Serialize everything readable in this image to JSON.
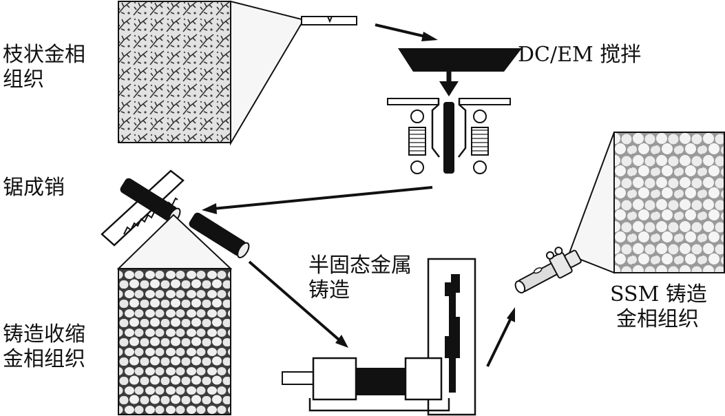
{
  "labels": {
    "dendritic_line1": "枝状金相",
    "dendritic_line2": "组织",
    "stirring": "DC/EM 搅拌",
    "saw": "锯成销",
    "casting_line1": "铸造收缩",
    "casting_line2": "金相组织",
    "ssm_process_line1": "半固态金属",
    "ssm_process_line2": "铸造",
    "ssm_micro_line1": "SSM 铸造",
    "ssm_micro_line2": "金相组织"
  },
  "colors": {
    "ink": "#111111",
    "panel_fill": "#f6f6f6",
    "micrograph_bg": "#e9e9e9",
    "micrograph_dark": "#2a2a2a"
  },
  "icons": [
    "stirring-funnel-icon",
    "dc-caster-icon",
    "saw-blade-icon",
    "billet-icon",
    "die-casting-press-icon",
    "cast-part-icon"
  ]
}
